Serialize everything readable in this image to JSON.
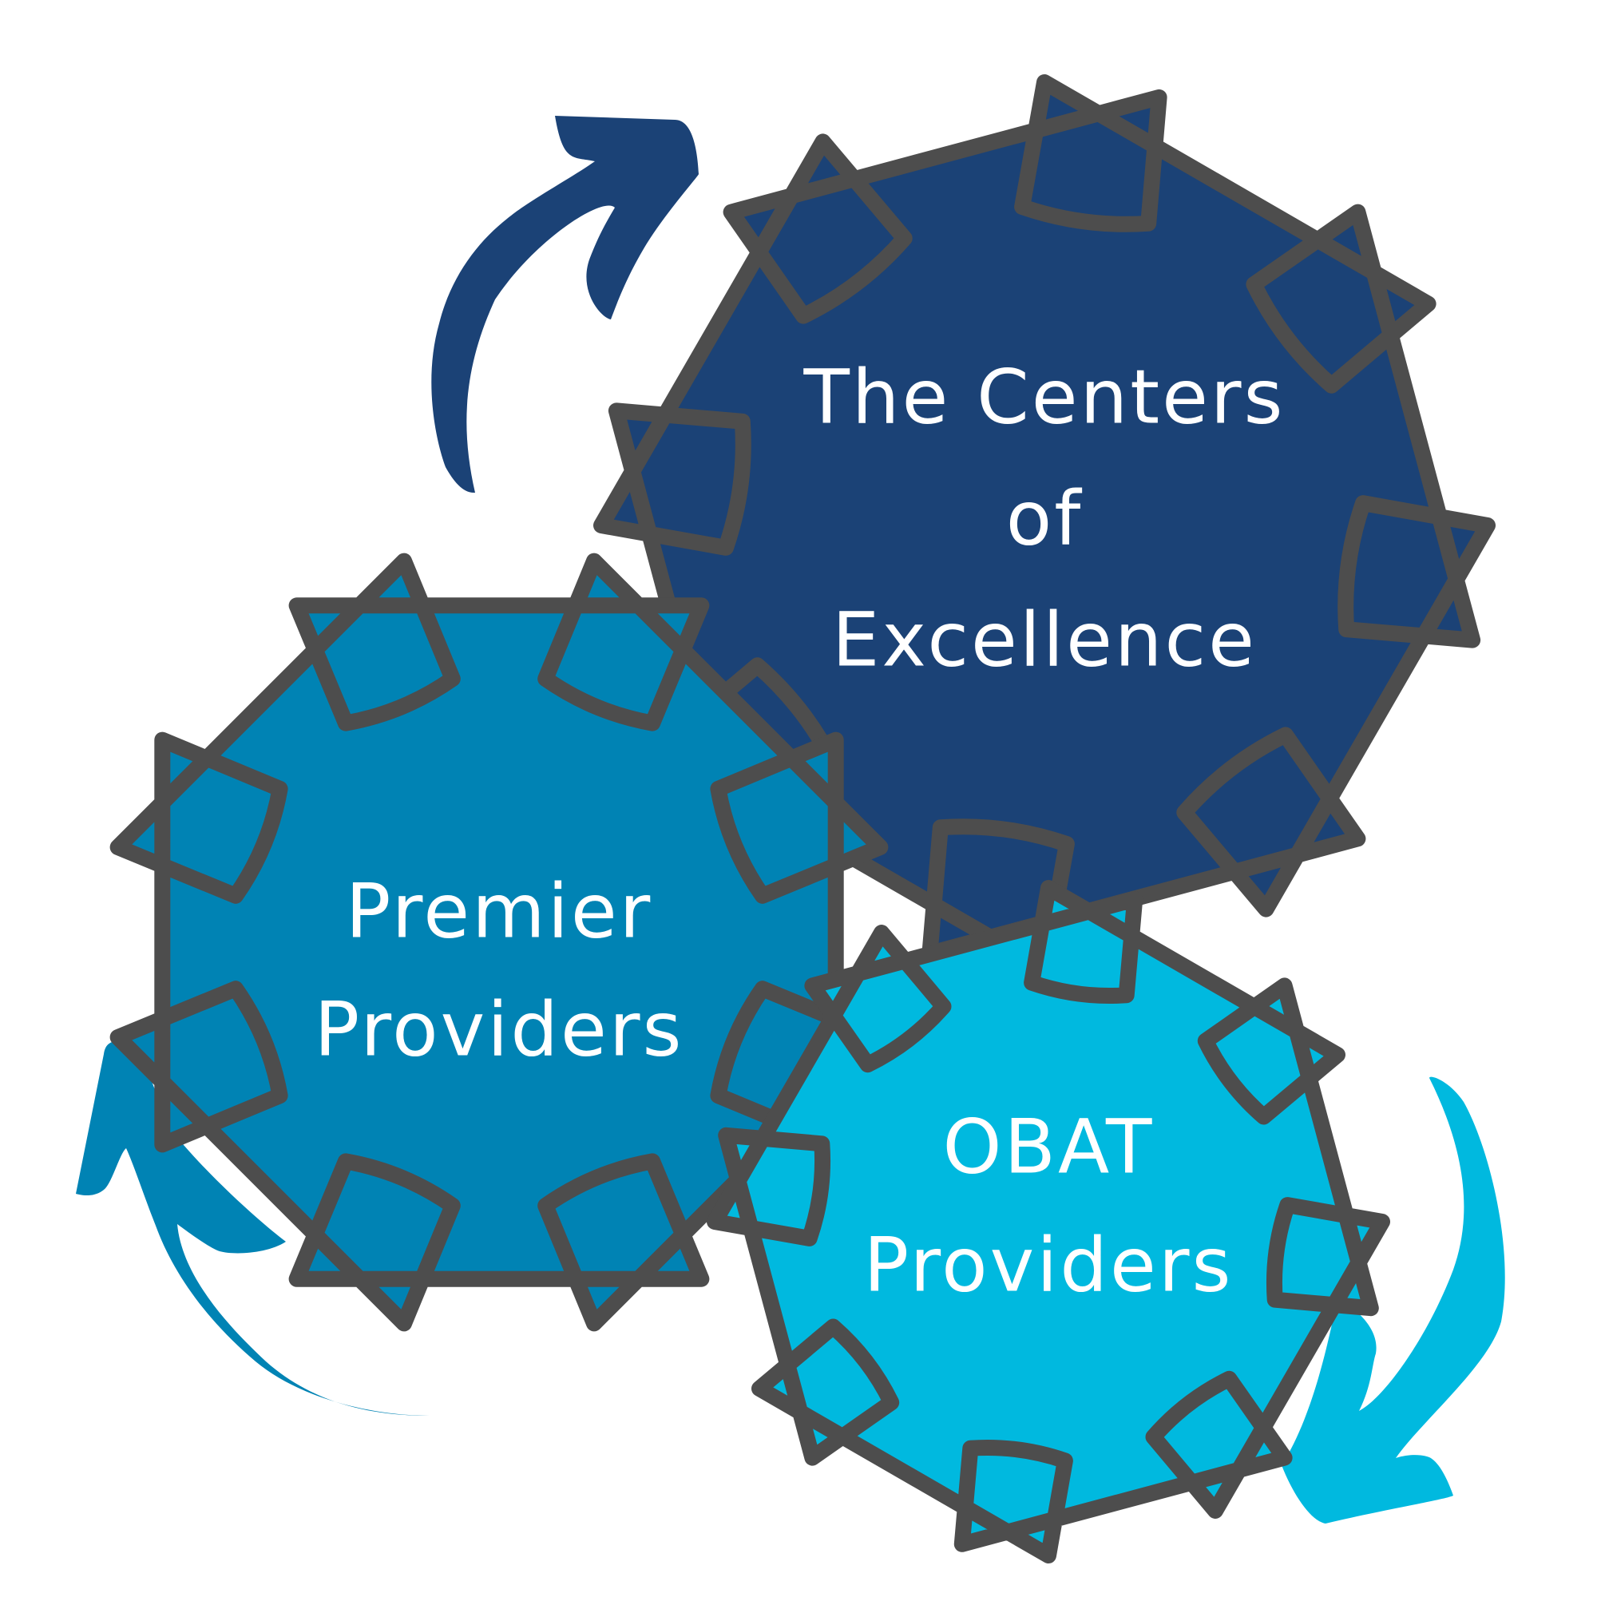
{
  "gears": [
    {
      "id": "centers-of-excellence",
      "lines": [
        "The Centers",
        "of",
        "Excellence"
      ],
      "color": "#1b4276"
    },
    {
      "id": "premier-providers",
      "lines": [
        "Premier",
        "Providers"
      ],
      "color": "#0083b4"
    },
    {
      "id": "obat-providers",
      "lines": [
        "OBAT",
        "Providers"
      ],
      "color": "#00b9df"
    }
  ],
  "gear_outline_color": "#4d4d4d",
  "arrows": [
    {
      "id": "top-left-arrow",
      "color": "#1b4276"
    },
    {
      "id": "bottom-left-arrow",
      "color": "#0083b4"
    },
    {
      "id": "bottom-right-arrow",
      "color": "#00b9df"
    }
  ]
}
